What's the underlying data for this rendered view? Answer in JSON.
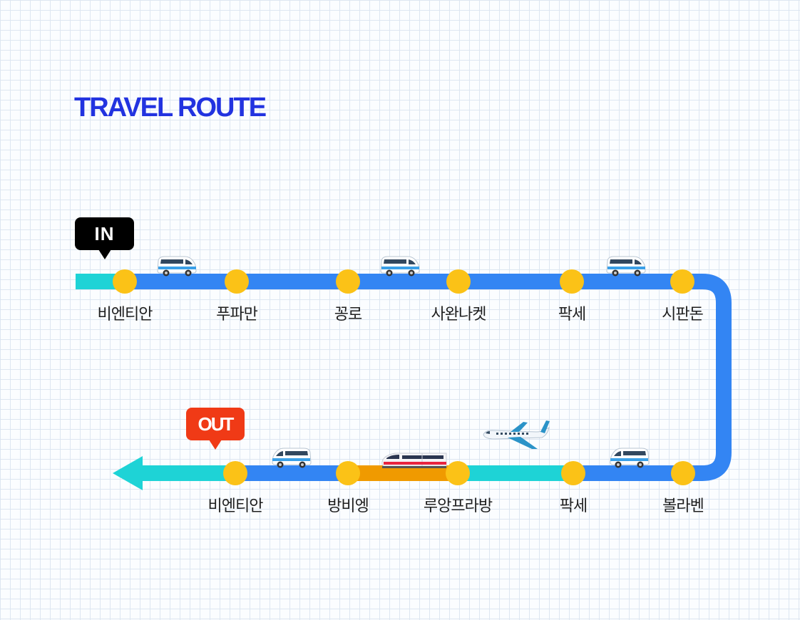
{
  "title": "TRAVEL ROUTE",
  "colors": {
    "title": "#2233e0",
    "route_blue": "#3385f3",
    "route_teal": "#1ed3d6",
    "route_orange": "#f09a00",
    "stop_yellow": "#fbc217",
    "in_tag": "#000000",
    "out_tag": "#f03a16"
  },
  "tags": {
    "in": "IN",
    "out": "OUT"
  },
  "route": {
    "top_row": [
      "비엔티안",
      "푸파만",
      "꽁로",
      "사완나켓",
      "팍세",
      "시판돈"
    ],
    "bottom_row": [
      "볼라벤",
      "팍세",
      "루앙프라방",
      "방비엥",
      "비엔티안"
    ]
  },
  "transport_icons": [
    "van-icon",
    "van-icon",
    "van-icon",
    "van-icon",
    "van-icon",
    "train-icon",
    "airplane-icon"
  ]
}
